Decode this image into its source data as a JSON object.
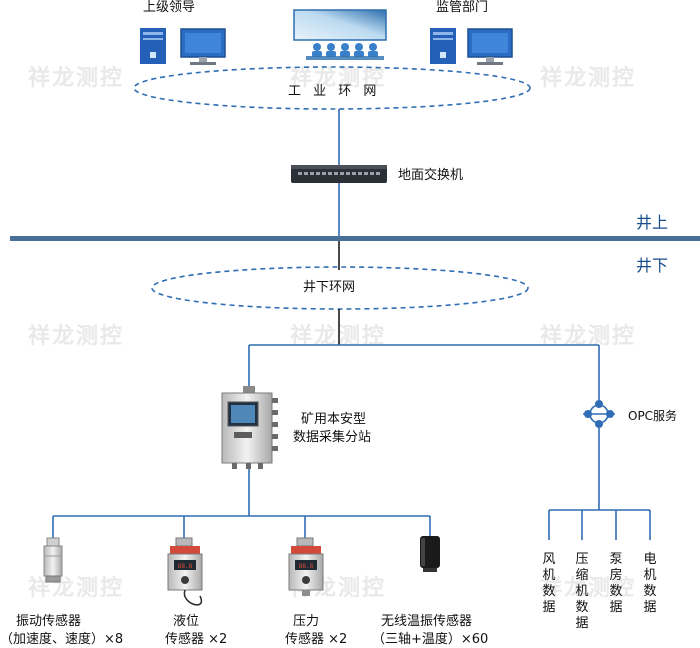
{
  "top": {
    "leaders": "上级领导",
    "supervision": "监管部门",
    "industrial_ring": "工 业 环 网",
    "ground_switch": "地面交换机"
  },
  "levels": {
    "above": "井上",
    "below": "井下"
  },
  "underground": {
    "ring": "井下环网",
    "station_line1": "矿用本安型",
    "station_line2": "数据采集分站",
    "opc": "OPC服务"
  },
  "sensors": [
    {
      "line1": "振动传感器",
      "line2": "（加速度、速度）×8"
    },
    {
      "line1": "液位",
      "line2": "传感器 ×2"
    },
    {
      "line1": "压力",
      "line2": "传感器 ×2"
    },
    {
      "line1": "无线温振传感器",
      "line2": "（三轴+温度）×60"
    }
  ],
  "data_sources": [
    "风机数据",
    "压缩机数据",
    "泵房数据",
    "电机数据"
  ],
  "watermark": "祥龙测控",
  "colors": {
    "line": "#2f6db5",
    "bar": "#4a6f97",
    "ring": "#2f6db5",
    "monitor": "#2b6cc4",
    "server": "#2560b8"
  }
}
